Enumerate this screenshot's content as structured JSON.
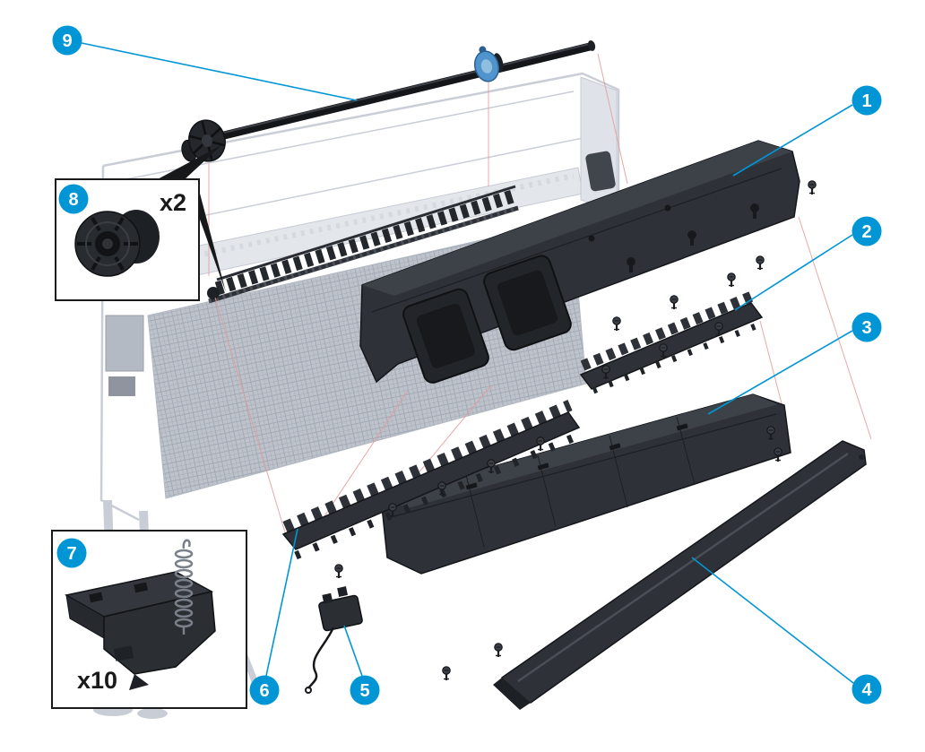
{
  "diagram": {
    "type": "exploded-parts-diagram",
    "subject": "large-format printer rear cover and spindle assembly"
  },
  "colors": {
    "callout_blue": "#0096d6",
    "leader_blue": "#0096d6",
    "part_dark": "#2e3238",
    "faded_gray": "#c9cdd6",
    "guide_red": "#e59a9a",
    "background": "#ffffff"
  },
  "callouts": [
    {
      "number": "1"
    },
    {
      "number": "2"
    },
    {
      "number": "3"
    },
    {
      "number": "4"
    },
    {
      "number": "5"
    },
    {
      "number": "6"
    },
    {
      "number": "7"
    },
    {
      "number": "8"
    },
    {
      "number": "9"
    }
  ],
  "insets": [
    {
      "callout": "8",
      "multiplier": "x2"
    },
    {
      "callout": "7",
      "multiplier": "x10"
    }
  ]
}
